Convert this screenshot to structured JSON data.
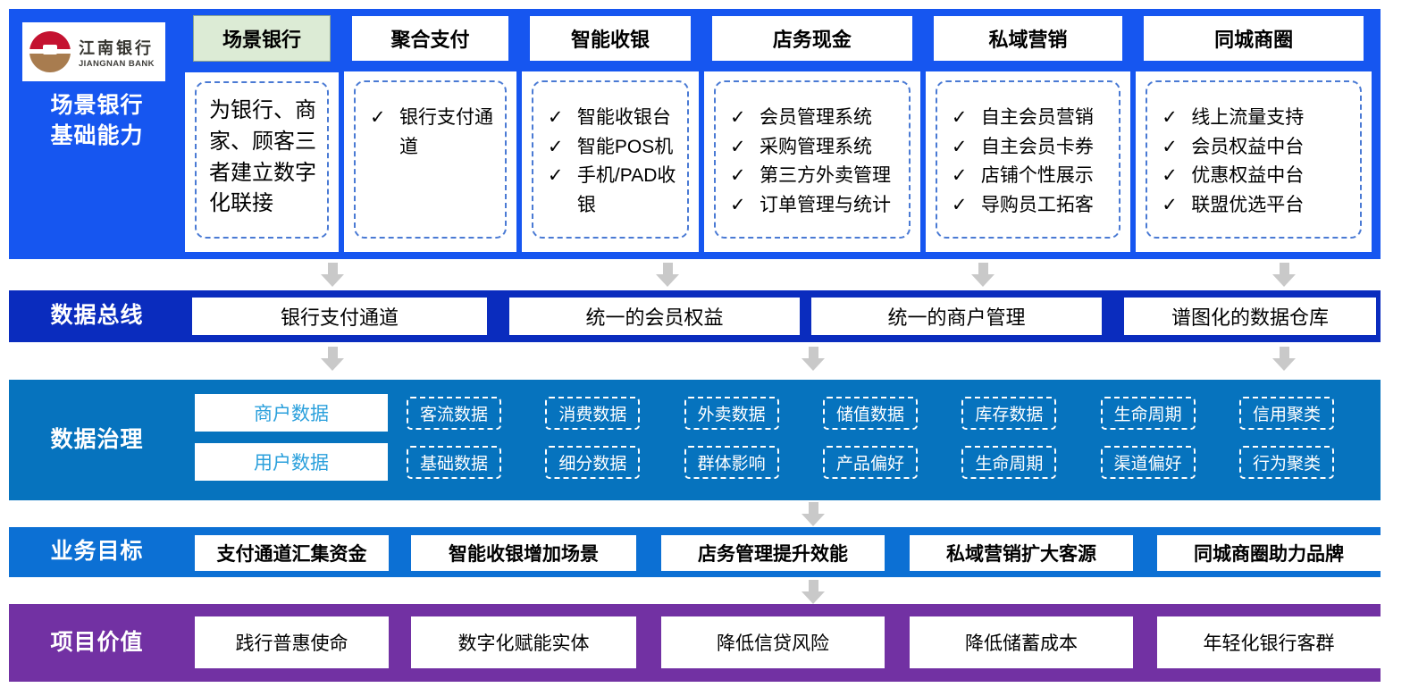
{
  "brand": {
    "name_cn": "江南银行",
    "name_en": "JIANGNAN BANK"
  },
  "capabilities": {
    "label_line1": "场景银行",
    "label_line2": "基础能力",
    "check": "✓",
    "columns": [
      {
        "title": "场景银行",
        "highlighted": true,
        "items": [
          "为银行、商家、顾客三者建立数字化联接"
        ]
      },
      {
        "title": "聚合支付",
        "highlighted": false,
        "items": [
          "银行支付通道"
        ]
      },
      {
        "title": "智能收银",
        "highlighted": false,
        "items": [
          "智能收银台",
          "智能POS机",
          "手机/PAD收银"
        ]
      },
      {
        "title": "店务现金",
        "highlighted": false,
        "items": [
          "会员管理系统",
          "采购管理系统",
          "第三方外卖管理",
          "订单管理与统计"
        ]
      },
      {
        "title": "私域营销",
        "highlighted": false,
        "items": [
          "自主会员营销",
          "自主会员卡券",
          "店铺个性展示",
          "导购员工拓客"
        ]
      },
      {
        "title": "同城商圈",
        "highlighted": false,
        "items": [
          "线上流量支持",
          "会员权益中台",
          "优惠权益中台",
          "联盟优选平台"
        ]
      }
    ]
  },
  "data_bus": {
    "label": "数据总线",
    "boxes": [
      "银行支付通道",
      "统一的会员权益",
      "统一的商户管理",
      "谱图化的数据仓库"
    ]
  },
  "data_governance": {
    "label": "数据治理",
    "rows": [
      {
        "category": "商户数据",
        "tags": [
          "客流数据",
          "消费数据",
          "外卖数据",
          "储值数据",
          "库存数据",
          "生命周期",
          "信用聚类"
        ]
      },
      {
        "category": "用户数据",
        "tags": [
          "基础数据",
          "细分数据",
          "群体影响",
          "产品偏好",
          "生命周期",
          "渠道偏好",
          "行为聚类"
        ]
      }
    ]
  },
  "business_goals": {
    "label": "业务目标",
    "boxes": [
      "支付通道汇集资金",
      "智能收银增加场景",
      "店务管理提升效能",
      "私域营销扩大客源",
      "同城商圈助力品牌"
    ]
  },
  "project_values": {
    "label": "项目价值",
    "boxes": [
      "践行普惠使命",
      "数字化赋能实体",
      "降低信贷风险",
      "降低储蓄成本",
      "年轻化银行客群"
    ]
  },
  "colors": {
    "band_capabilities": "#1656f0",
    "band_data_bus": "#0a2cbe",
    "band_data_governance": "#0673be",
    "band_business_goals": "#0c70d4",
    "band_project_values": "#7231a3",
    "highlight_header_bg": "#dcebd5",
    "dashed_border_blue": "#4a7ad4",
    "category_text_blue": "#2ba0dc",
    "arrow_gray": "#c9c9c9",
    "logo_red": "#c41230",
    "logo_brown": "#a87c4f"
  }
}
